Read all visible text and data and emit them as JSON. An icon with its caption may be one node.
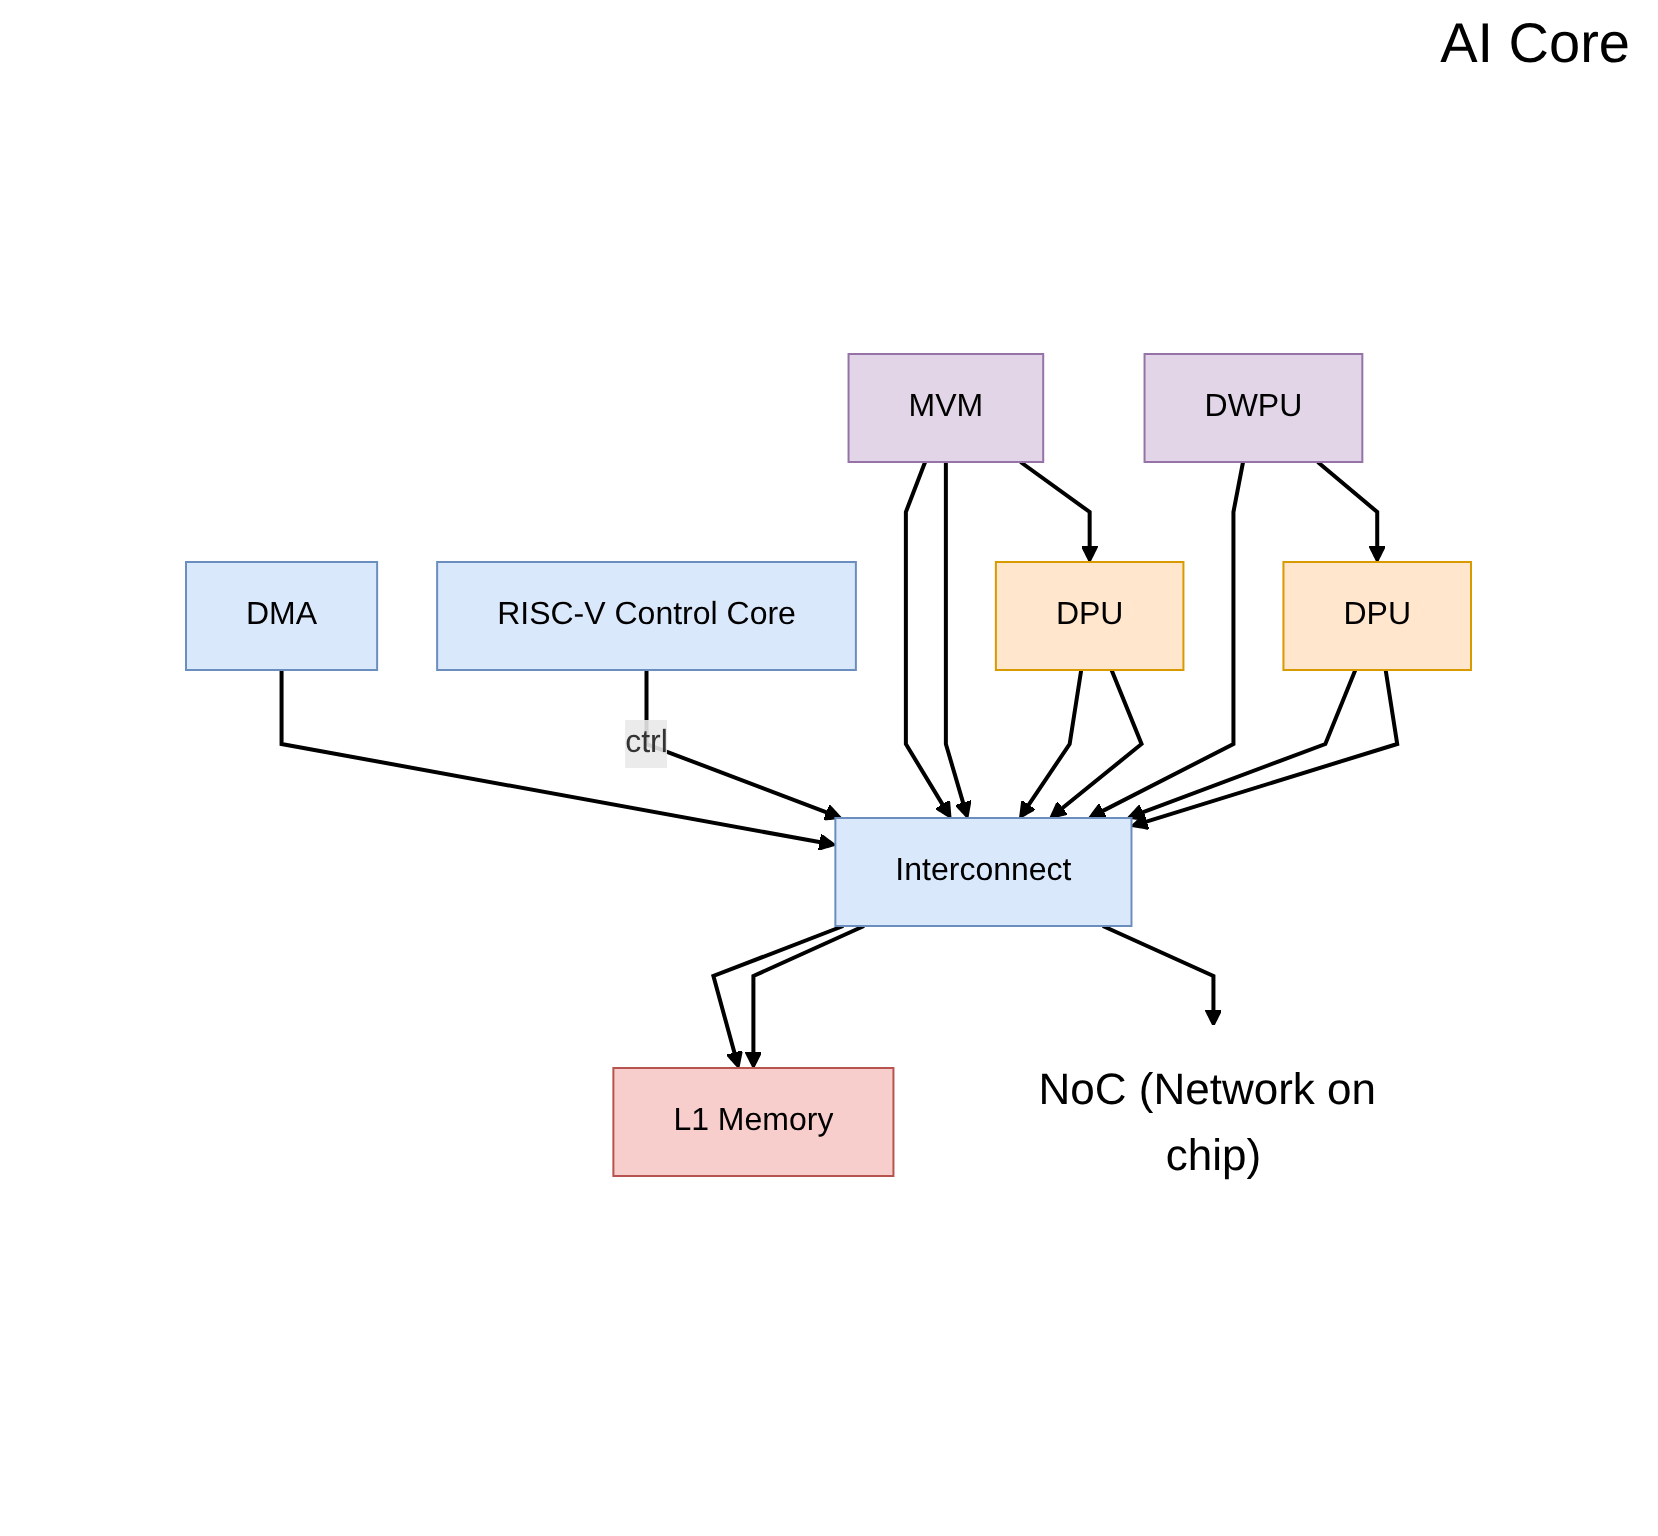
{
  "diagram": {
    "nodes": [
      {
        "text": [
          "RISC-V Control Core"
        ]
      },
      {
        "text": [
          "DMA"
        ]
      },
      {
        "text": [
          "MVM"
        ]
      },
      {
        "text": [
          "DWPU"
        ]
      },
      {
        "text": [
          "DPU"
        ]
      },
      {
        "text": [
          "DPU"
        ]
      },
      {
        "text": [
          "Interconnect"
        ]
      },
      {
        "text": [
          "L1 Memory"
        ]
      },
      {
        "text": [
          "NoC (Network on chip)"
        ]
      }
    ],
    "edges": [
      {
        "from": 1,
        "to": 6,
        "arrow": "to"
      },
      {
        "from": 0,
        "to": 6,
        "arrow": "to",
        "label": "ctrl"
      },
      {
        "from": 2,
        "to": 6,
        "arrow": "to"
      },
      {
        "from": 2,
        "to": 6,
        "arrow": "to"
      },
      {
        "from": 2,
        "to": 4,
        "arrow": "to"
      },
      {
        "from": 4,
        "to": 6,
        "arrow": "to"
      },
      {
        "from": 4,
        "to": 6,
        "arrow": "to"
      },
      {
        "from": 3,
        "to": 6,
        "arrow": "to"
      },
      {
        "from": 3,
        "to": 5,
        "arrow": "to"
      },
      {
        "from": 5,
        "to": 6,
        "arrow": "to"
      },
      {
        "from": 5,
        "to": 6,
        "arrow": "to"
      },
      {
        "from": 6,
        "to": 7,
        "arrow": "to"
      },
      {
        "from": 6,
        "to": 7,
        "arrow": "to"
      },
      {
        "from": 6,
        "to": 8,
        "arrow": "to"
      }
    ],
    "labels": [
      "AI Core"
    ]
  }
}
